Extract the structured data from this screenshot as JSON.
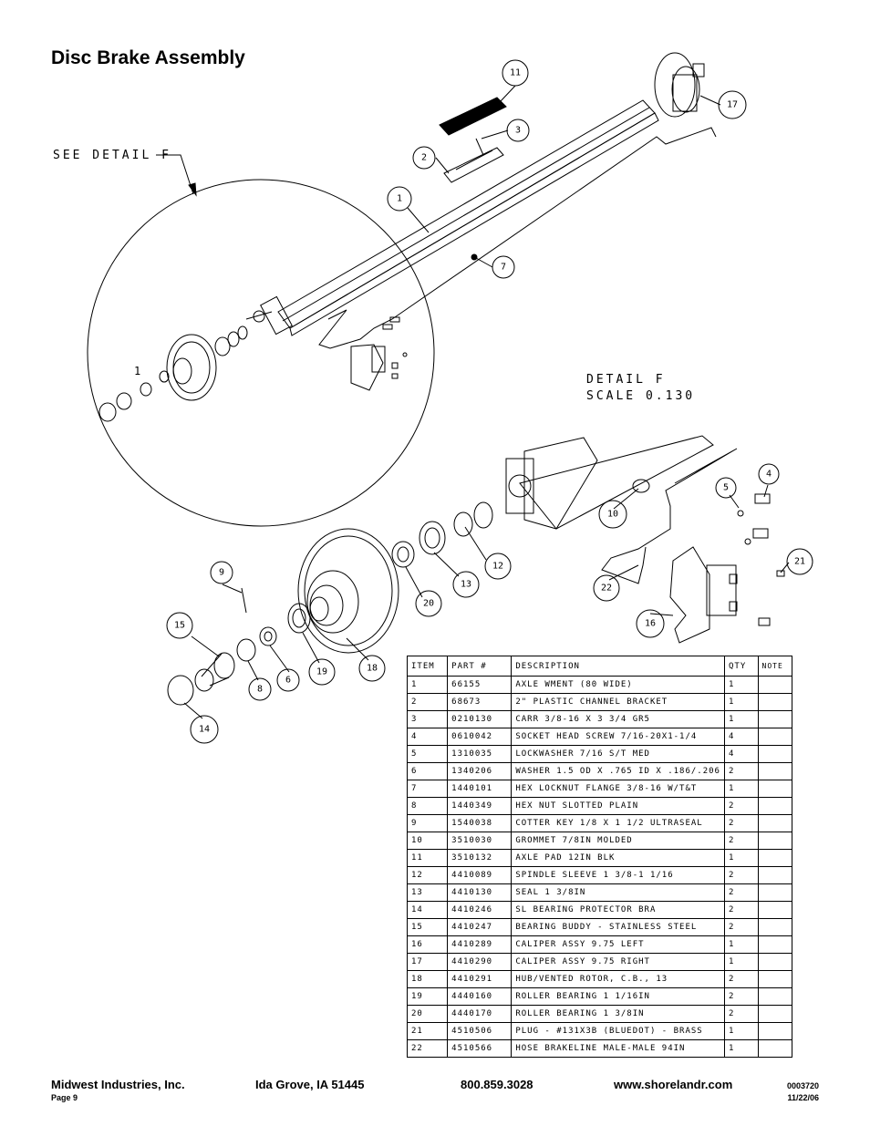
{
  "title": "Disc Brake Assembly",
  "labels": {
    "see_detail": "SEE DETAIL  F",
    "detail_line1": "DETAIL  F",
    "detail_line2": "SCALE  0.130",
    "small_one": "1"
  },
  "callouts": [
    "11",
    "3",
    "2",
    "17",
    "1",
    "7",
    "5",
    "4",
    "10",
    "21",
    "12",
    "22",
    "9",
    "13",
    "20",
    "16",
    "15",
    "6",
    "19",
    "18",
    "8",
    "14"
  ],
  "table": {
    "headers": [
      "ITEM",
      "PART #",
      "DESCRIPTION",
      "QTY",
      "NOTE"
    ],
    "rows": [
      [
        "1",
        "66155",
        "AXLE WMENT (80 WIDE)",
        "1",
        ""
      ],
      [
        "2",
        "68673",
        "2\" PLASTIC CHANNEL BRACKET",
        "1",
        ""
      ],
      [
        "3",
        "0210130",
        "CARR 3/8-16 X 3 3/4 GR5",
        "1",
        ""
      ],
      [
        "4",
        "0610042",
        "SOCKET HEAD SCREW 7/16-20X1-1/4",
        "4",
        ""
      ],
      [
        "5",
        "1310035",
        "LOCKWASHER 7/16 S/T MED",
        "4",
        ""
      ],
      [
        "6",
        "1340206",
        "WASHER 1.5 OD X .765 ID X .186/.206",
        "2",
        ""
      ],
      [
        "7",
        "1440101",
        "HEX LOCKNUT FLANGE 3/8-16 W/T&T",
        "1",
        ""
      ],
      [
        "8",
        "1440349",
        "HEX NUT SLOTTED PLAIN",
        "2",
        ""
      ],
      [
        "9",
        "1540038",
        "COTTER KEY 1/8 X 1 1/2 ULTRASEAL",
        "2",
        ""
      ],
      [
        "10",
        "3510030",
        "GROMMET  7/8IN MOLDED",
        "2",
        ""
      ],
      [
        "11",
        "3510132",
        "AXLE PAD 12IN  BLK",
        "1",
        ""
      ],
      [
        "12",
        "4410089",
        "SPINDLE SLEEVE  1 3/8-1 1/16",
        "2",
        ""
      ],
      [
        "13",
        "4410130",
        "SEAL  1 3/8IN",
        "2",
        ""
      ],
      [
        "14",
        "4410246",
        "SL BEARING PROTECTOR BRA",
        "2",
        ""
      ],
      [
        "15",
        "4410247",
        "BEARING BUDDY - STAINLESS STEEL",
        "2",
        ""
      ],
      [
        "16",
        "4410289",
        "CALIPER ASSY 9.75 LEFT",
        "1",
        ""
      ],
      [
        "17",
        "4410290",
        "CALIPER ASSY 9.75 RIGHT",
        "1",
        ""
      ],
      [
        "18",
        "4410291",
        "HUB/VENTED ROTOR, C.B.,  13",
        "2",
        ""
      ],
      [
        "19",
        "4440160",
        "ROLLER BEARING  1 1/16IN",
        "2",
        ""
      ],
      [
        "20",
        "4440170",
        "ROLLER BEARING  1 3/8IN",
        "2",
        ""
      ],
      [
        "21",
        "4510506",
        "PLUG - #131X3B (BLUEDOT) - BRASS",
        "1",
        ""
      ],
      [
        "22",
        "4510566",
        "HOSE BRAKELINE MALE-MALE 94IN",
        "1",
        ""
      ]
    ]
  },
  "footer": {
    "company": "Midwest Industries, Inc.",
    "location": "Ida Grove, IA  51445",
    "phone": "800.859.3028",
    "website": "www.shorelandr.com",
    "page": "Page 9",
    "doc_number": "0003720",
    "date": "11/22/06"
  }
}
